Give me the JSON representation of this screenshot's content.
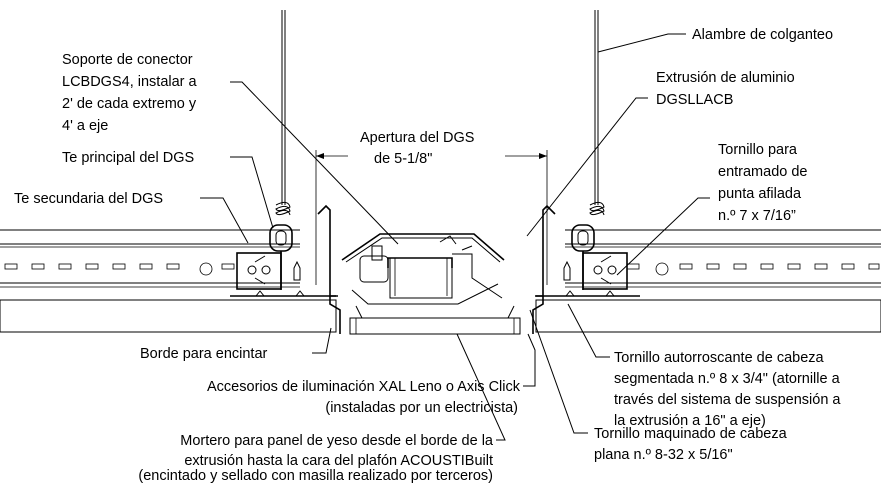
{
  "labels": {
    "hanger_wire": "Alambre de colganteo",
    "connector_bracket": [
      "Soporte de conector",
      "LCBDGS4, instalar a",
      "2' de cada extremo y",
      "4' a eje"
    ],
    "aluminum_extrusion": [
      "Extrusión de aluminio",
      "DGSLLACB"
    ],
    "dgs_opening": [
      "Apertura del DGS",
      "de 5-1/8\""
    ],
    "main_tee": "Te principal del DGS",
    "framing_screw": [
      "Tornillo para",
      "entramado de",
      "punta afilada",
      "n.º 7 x 7/16”"
    ],
    "cross_tee": "Te secundaria del DGS",
    "tape_edge": "Borde para encintar",
    "self_tapping_screw": [
      "Tornillo autorroscante de cabeza",
      "segmentada n.º 8 x 3/4\" (atornille a",
      "través del sistema de suspensión a",
      "la extrusión a 16\" a eje)"
    ],
    "light_fixtures": [
      "Accesorios de iluminación XAL Leno o Axis Click",
      "(instaladas por un electricista)"
    ],
    "machine_screw": [
      "Tornillo maquinado de cabeza",
      "plana n.º 8-32 x 5/16\""
    ],
    "joint_compound": [
      "Mortero para panel de yeso desde el borde de la",
      "extrusión hasta la cara del plafón ACOUSTIBuilt",
      "(encintado y sellado con masilla realizado por terceros)"
    ]
  }
}
